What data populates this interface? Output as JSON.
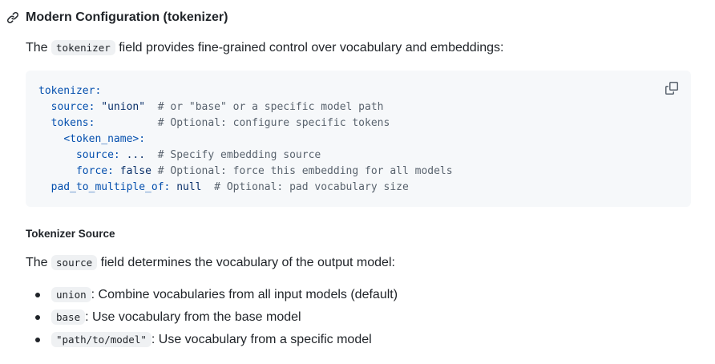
{
  "section": {
    "title": "Modern Configuration (tokenizer)",
    "intro": {
      "before": "The ",
      "code": "tokenizer",
      "after": " field provides fine-grained control over vocabulary and embeddings:"
    }
  },
  "code_block": {
    "lines": [
      {
        "key": "tokenizer:",
        "value": "",
        "comment": "",
        "indent": ""
      },
      {
        "key": "source:",
        "value": " \"union\"",
        "comment": "  # or \"base\" or a specific model path",
        "indent": "  "
      },
      {
        "key": "tokens:",
        "value": "",
        "comment": "          # Optional: configure specific tokens",
        "indent": "  "
      },
      {
        "key": "<token_name>:",
        "value": "",
        "comment": "",
        "indent": "    "
      },
      {
        "key": "source:",
        "value": " ...",
        "comment": "  # Specify embedding source",
        "indent": "      "
      },
      {
        "key": "force:",
        "value": " false",
        "comment": " # Optional: force this embedding for all models",
        "indent": "      "
      },
      {
        "key": "pad_to_multiple_of:",
        "value": " null",
        "comment": "  # Optional: pad vocabulary size",
        "indent": "  "
      }
    ],
    "copy_icon": "copy-icon"
  },
  "subsection": {
    "title": "Tokenizer Source",
    "intro": {
      "before": "The ",
      "code": "source",
      "after": " field determines the vocabulary of the output model:"
    }
  },
  "bullets": [
    {
      "code": "union",
      "text": ": Combine vocabularies from all input models (default)"
    },
    {
      "code": "base",
      "text": ": Use vocabulary from the base model"
    },
    {
      "code": "\"path/to/model\"",
      "text": ": Use vocabulary from a specific model"
    }
  ],
  "colors": {
    "key": "#0550ae",
    "string": "#0a3069",
    "comment": "#59636e",
    "code_bg": "#f6f8fa"
  }
}
